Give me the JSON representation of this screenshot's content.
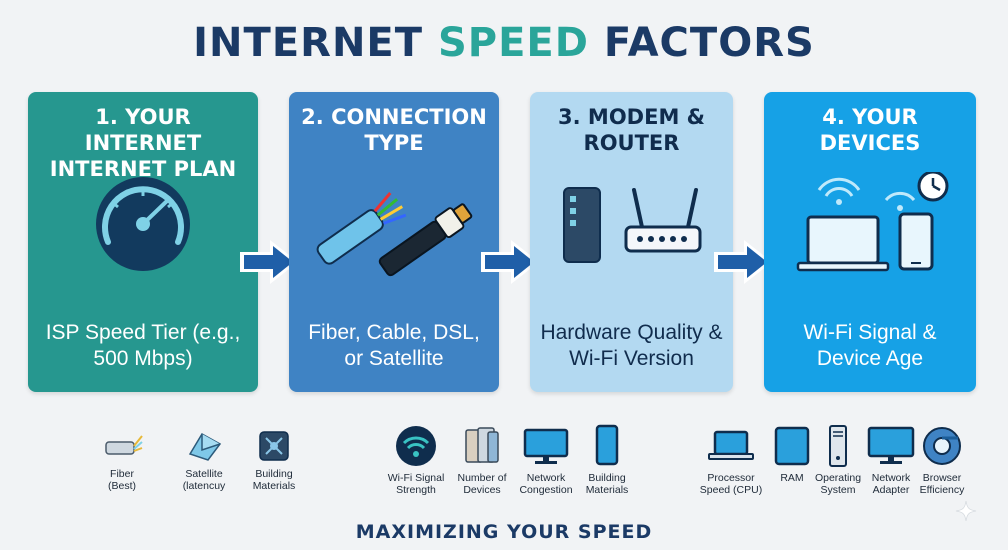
{
  "title": {
    "part1": "INTERNET ",
    "accent": "SPEED",
    "part2": " FACTORS"
  },
  "cards": [
    {
      "title": "1. YOUR INTERNET INTERNET PLAN",
      "description": "ISP Speed Tier (e.g., 500 Mbps)",
      "icon": "speedometer-icon",
      "color": "#26978f"
    },
    {
      "title": "2. CONNECTION TYPE",
      "description": "Fiber, Cable, DSL, or Satellite",
      "icon": "cables-icon",
      "color": "#3f83c4"
    },
    {
      "title": "3. MODEM & ROUTER",
      "description": "Hardware Quality & Wi-Fi Version",
      "icon": "modem-router-icon",
      "color": "#b3d9f1"
    },
    {
      "title": "4. YOUR DEVICES",
      "description": "Wi-Fi Signal & Device Age",
      "icon": "devices-icon",
      "color": "#16a1e6"
    }
  ],
  "bottom_items": [
    {
      "label": "Fiber\n(Best)",
      "icon": "fiber-cable-icon"
    },
    {
      "label": "Satellite\n(latencuy",
      "icon": "satellite-dish-icon"
    },
    {
      "label": "Building\nMaterials",
      "icon": "building-block-icon"
    },
    {
      "label": "Wi-Fi Signal\nStrength",
      "icon": "wifi-signal-icon"
    },
    {
      "label": "Number of\nDevices",
      "icon": "multiple-devices-icon"
    },
    {
      "label": "Network\nCongestion",
      "icon": "monitor-icon"
    },
    {
      "label": "Building\nMaterials",
      "icon": "tablet-icon"
    },
    {
      "label": "Processor\nSpeed (CPU)",
      "icon": "laptop-icon"
    },
    {
      "label": "RAM",
      "icon": "ram-tablet-icon"
    },
    {
      "label": "Operating\nSystem",
      "icon": "desktop-tower-icon"
    },
    {
      "label": "Network\nAdapter",
      "icon": "network-monitor-icon"
    },
    {
      "label": "Browser\nEfficiency",
      "icon": "browser-icon"
    }
  ],
  "bottom_title": "MAXIMIZING YOUR SPEED"
}
